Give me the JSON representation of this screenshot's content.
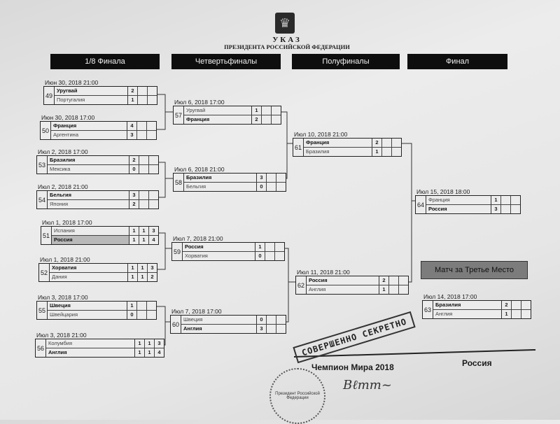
{
  "header": {
    "emblem": "Герб России",
    "title": "УКАЗ",
    "subtitle": "ПРЕЗИДЕНТА РОССИЙСКОЙ ФЕДЕРАЦИИ"
  },
  "rounds": [
    "1/8 Финала",
    "Четвертьфиналы",
    "Полуфиналы",
    "Финал"
  ],
  "matches": [
    {
      "id": "49",
      "date": "Июн 30, 2018   21:00",
      "teams": [
        {
          "name": "Уругвай",
          "scores": [
            "2",
            "",
            ""
          ],
          "win": true
        },
        {
          "name": "Португалия",
          "scores": [
            "1",
            "",
            ""
          ]
        }
      ]
    },
    {
      "id": "50",
      "date": "Июн 30, 2018   17:00",
      "teams": [
        {
          "name": "Франция",
          "scores": [
            "4",
            "",
            ""
          ],
          "win": true
        },
        {
          "name": "Аргентина",
          "scores": [
            "3",
            "",
            ""
          ]
        }
      ]
    },
    {
      "id": "53",
      "date": "Июл 2, 2018   17:00",
      "teams": [
        {
          "name": "Бразилия",
          "scores": [
            "2",
            "",
            ""
          ],
          "win": true
        },
        {
          "name": "Мексика",
          "scores": [
            "0",
            "",
            ""
          ]
        }
      ]
    },
    {
      "id": "54",
      "date": "Июл 2, 2018   21:00",
      "teams": [
        {
          "name": "Бельгия",
          "scores": [
            "3",
            "",
            ""
          ],
          "win": true
        },
        {
          "name": "Япония",
          "scores": [
            "2",
            "",
            ""
          ]
        }
      ]
    },
    {
      "id": "51",
      "date": "Июл 1, 2018   17:00",
      "teams": [
        {
          "name": "Испания",
          "scores": [
            "1",
            "1",
            "3"
          ]
        },
        {
          "name": "Россия",
          "scores": [
            "1",
            "1",
            "4"
          ],
          "win": true,
          "shade": true
        }
      ]
    },
    {
      "id": "52",
      "date": "Июл 1, 2018   21:00",
      "teams": [
        {
          "name": "Хорватия",
          "scores": [
            "1",
            "1",
            "3"
          ],
          "win": true
        },
        {
          "name": "Дания",
          "scores": [
            "1",
            "1",
            "2"
          ]
        }
      ]
    },
    {
      "id": "55",
      "date": "Июл 3, 2018   17:00",
      "teams": [
        {
          "name": "Швеция",
          "scores": [
            "1",
            "",
            ""
          ],
          "win": true
        },
        {
          "name": "Швейцария",
          "scores": [
            "0",
            "",
            ""
          ]
        }
      ]
    },
    {
      "id": "56",
      "date": "Июл 3, 2018   21:00",
      "teams": [
        {
          "name": "Колумбия",
          "scores": [
            "1",
            "1",
            "3"
          ]
        },
        {
          "name": "Англия",
          "scores": [
            "1",
            "1",
            "4"
          ],
          "win": true
        }
      ]
    },
    {
      "id": "57",
      "date": "Июл 6, 2018   17:00",
      "teams": [
        {
          "name": "Уругвай",
          "scores": [
            "1",
            "",
            ""
          ]
        },
        {
          "name": "Франция",
          "scores": [
            "2",
            "",
            ""
          ],
          "win": true
        }
      ]
    },
    {
      "id": "58",
      "date": "Июл 6, 2018   21:00",
      "teams": [
        {
          "name": "Бразилия",
          "scores": [
            "3",
            "",
            ""
          ],
          "win": true
        },
        {
          "name": "Бельгия",
          "scores": [
            "0",
            "",
            ""
          ]
        }
      ]
    },
    {
      "id": "59",
      "date": "Июл 7, 2018   21:00",
      "teams": [
        {
          "name": "Россия",
          "scores": [
            "1",
            "",
            ""
          ],
          "win": true
        },
        {
          "name": "Хорватия",
          "scores": [
            "0",
            "",
            ""
          ]
        }
      ]
    },
    {
      "id": "60",
      "date": "Июл 7, 2018   17:00",
      "teams": [
        {
          "name": "Швеция",
          "scores": [
            "0",
            "",
            ""
          ]
        },
        {
          "name": "Англия",
          "scores": [
            "3",
            "",
            ""
          ],
          "win": true
        }
      ]
    },
    {
      "id": "61",
      "date": "Июл 10, 2018   21:00",
      "teams": [
        {
          "name": "Франция",
          "scores": [
            "2",
            "",
            ""
          ],
          "win": true
        },
        {
          "name": "Бразилия",
          "scores": [
            "1",
            "",
            ""
          ]
        }
      ]
    },
    {
      "id": "62",
      "date": "Июл 11, 2018   21:00",
      "teams": [
        {
          "name": "Россия",
          "scores": [
            "2",
            "",
            ""
          ],
          "win": true
        },
        {
          "name": "Англия",
          "scores": [
            "1",
            "",
            ""
          ]
        }
      ]
    },
    {
      "id": "64",
      "date": "Июл 15, 2018   18:00",
      "teams": [
        {
          "name": "Франция",
          "scores": [
            "1",
            "",
            ""
          ]
        },
        {
          "name": "Россия",
          "scores": [
            "3",
            "",
            ""
          ],
          "win": true
        }
      ]
    },
    {
      "id": "63",
      "date": "Июл 14, 2018   17:00",
      "teams": [
        {
          "name": "Бразилия",
          "scores": [
            "2",
            "",
            ""
          ],
          "win": true
        },
        {
          "name": "Англия",
          "scores": [
            "1",
            "",
            ""
          ]
        }
      ]
    }
  ],
  "third_place_label": "Матч за Третье Место",
  "stamp": "СОВЕРШЕННО СЕКРЕТНО",
  "champion": {
    "label": "Чемпион Мира 2018",
    "value": "Россия"
  },
  "seal": "Президент Российской Федерации",
  "signature": "подпись"
}
